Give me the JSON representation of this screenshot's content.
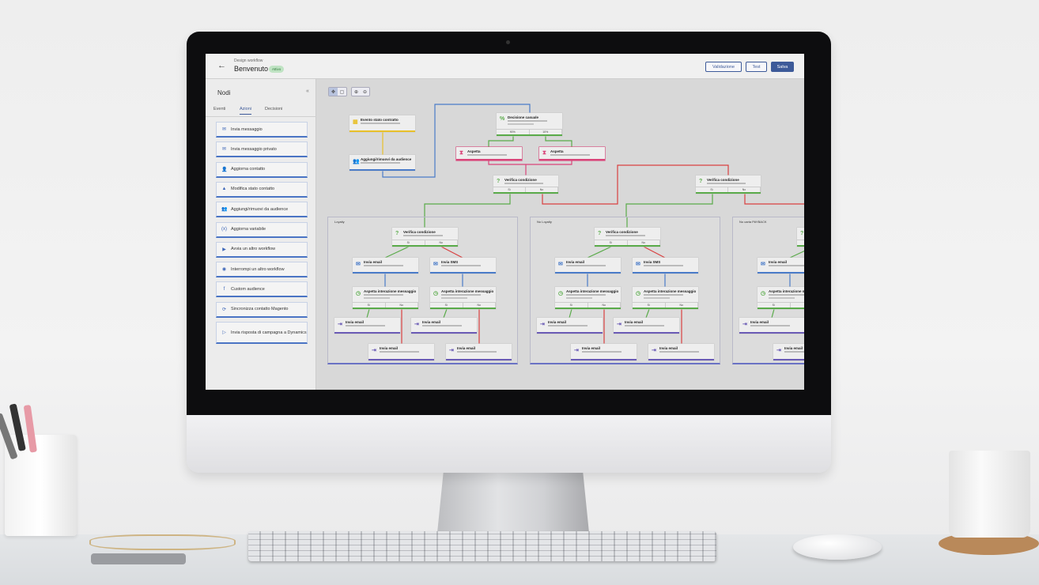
{
  "header": {
    "back_icon": "arrow-left-icon",
    "breadcrumb": "Design workflow",
    "title": "Benvenuto",
    "status": "Attivo",
    "buttons": {
      "validate": "Validazione",
      "test": "Test",
      "save": "Salva"
    }
  },
  "sidebar": {
    "title": "Nodi",
    "collapse": "«",
    "tabs": [
      "Eventi",
      "Azioni",
      "Decisioni"
    ],
    "active_tab": "Azioni",
    "items": [
      {
        "label": "Invia messaggio",
        "icon": "✉"
      },
      {
        "label": "Invia messaggio privato",
        "icon": "✉"
      },
      {
        "label": "Aggiorna contatto",
        "icon": "👤"
      },
      {
        "label": "Modifica stato contatto",
        "icon": "▲"
      },
      {
        "label": "Aggiungi/rimuovi da audience",
        "icon": "👥"
      },
      {
        "label": "Aggiorna variabile",
        "icon": "(x)"
      },
      {
        "label": "Avvia un altro workflow",
        "icon": "▶"
      },
      {
        "label": "Interrompi un altro workflow",
        "icon": "◉"
      },
      {
        "label": "Custom audience",
        "icon": "f"
      },
      {
        "label": "Sincronizza contatto Magento",
        "icon": "⟳"
      },
      {
        "label": "Invia risposta di campagna a Dynamics",
        "icon": "▷"
      }
    ]
  },
  "toolbar": {
    "pan": "✥",
    "select": "▢",
    "zoom_in": "⊕",
    "zoom_out": "⊖"
  },
  "colors": {
    "trigger": "#e8c02a",
    "action": "#4a7bc8",
    "decision": "#5aab4a",
    "wait": "#d9457a",
    "email": "#6a5bb5",
    "no": "#d94040",
    "primary": "#3d5a99"
  },
  "nodes": [
    {
      "id": "n1",
      "title": "Evento stato contratto",
      "kind": "trigger",
      "icon": "▦"
    },
    {
      "id": "n2",
      "title": "Aggiungi/rimuovi da audience",
      "kind": "action",
      "icon": "👥"
    },
    {
      "id": "n3",
      "title": "Decisione casuale",
      "kind": "decision",
      "icon": "%",
      "ports": [
        "90%",
        "10%"
      ]
    },
    {
      "id": "n4",
      "title": "Aspetta",
      "kind": "wait",
      "icon": "⧗"
    },
    {
      "id": "n5",
      "title": "Aspetta",
      "kind": "wait",
      "icon": "⧗"
    },
    {
      "id": "n6",
      "title": "Verifica condizione",
      "kind": "decision",
      "icon": "?",
      "ports": [
        "Sì",
        "No"
      ]
    },
    {
      "id": "n7",
      "title": "Verifica condizione",
      "kind": "decision",
      "icon": "?",
      "ports": [
        "Sì",
        "No"
      ]
    }
  ],
  "groups": [
    {
      "label": "Loyalty"
    },
    {
      "label": "No Loyalty"
    },
    {
      "label": "No carta PAYBACK"
    }
  ],
  "group_nodes": [
    {
      "title": "Verifica condizione",
      "kind": "decision",
      "icon": "?",
      "ports": [
        "Sì",
        "No"
      ]
    },
    {
      "title": "Invia email",
      "kind": "action",
      "icon": "✉"
    },
    {
      "title": "Invia SMS",
      "kind": "action",
      "icon": "✉"
    },
    {
      "title": "Aspetta interazione messaggio",
      "kind": "decision",
      "icon": "◷",
      "ports": [
        "Sì",
        "No"
      ]
    },
    {
      "title": "Aspetta interazione messaggio",
      "kind": "decision",
      "icon": "◷",
      "ports": [
        "Sì",
        "No"
      ]
    },
    {
      "title": "Invia email",
      "kind": "email",
      "icon": "⇥"
    },
    {
      "title": "Invia email",
      "kind": "email",
      "icon": "⇥"
    },
    {
      "title": "Invia email",
      "kind": "email",
      "icon": "⇥"
    },
    {
      "title": "Invia email",
      "kind": "email",
      "icon": "⇥"
    }
  ]
}
